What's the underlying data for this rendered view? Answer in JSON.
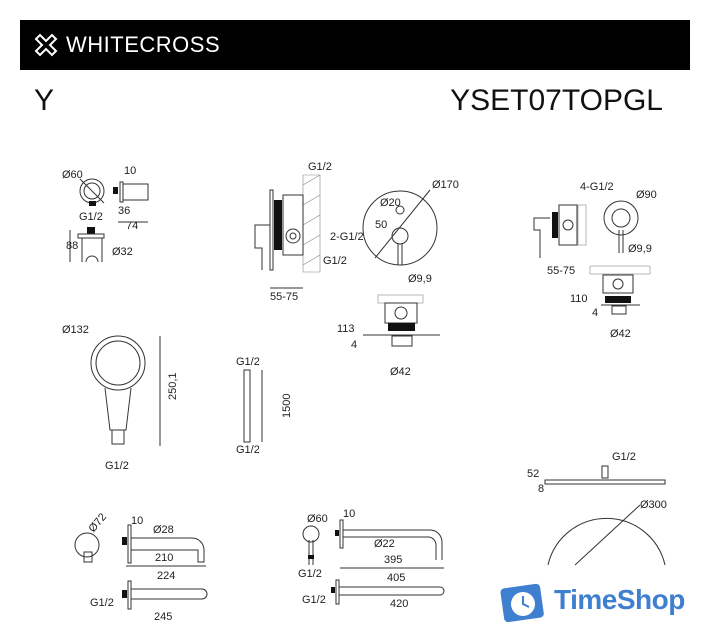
{
  "header": {
    "brand": "WHITECROSS",
    "brand_icon": "x-cross-logo-icon",
    "background": "#000000"
  },
  "series": "Y",
  "model": "YSET07TOPGL",
  "labels": {
    "holder_d60": "Ø60",
    "holder_10": "10",
    "holder_36": "36",
    "holder_74": "74",
    "holder_g12": "G1/2",
    "holder_88": "88",
    "holder_d32": "Ø32",
    "mixer_g12_top": "G1/2",
    "mixer_2g12": "2-G1/2",
    "mixer_g12_bot": "G1/2",
    "mixer_5575": "55-75",
    "plate_d170": "Ø170",
    "plate_d20": "Ø20",
    "plate_50": "50",
    "plate_d99": "Ø9,9",
    "plate_113": "113",
    "plate_4": "4",
    "plate_d42": "Ø42",
    "div_4g12": "4-G1/2",
    "div_d90": "Ø90",
    "div_d99": "Ø9,9",
    "div_5575": "55-75",
    "div_110": "110",
    "div_4": "4",
    "div_d42": "Ø42",
    "hs_d132": "Ø132",
    "hs_2501": "250,1",
    "hs_g12": "G1/2",
    "hose_g12_top": "G1/2",
    "hose_1500": "1500",
    "hose_g12_bot": "G1/2",
    "head_52": "52",
    "head_8": "8",
    "head_g12": "G1/2",
    "head_d300": "Ø300",
    "spout_d72": "Ø72",
    "spout_10": "10",
    "spout_d28": "Ø28",
    "spout_210": "210",
    "spout_224": "224",
    "spout_g12": "G1/2",
    "spout_245": "245",
    "arm_d60": "Ø60",
    "arm_10": "10",
    "arm_d22": "Ø22",
    "arm_395": "395",
    "arm_405": "405",
    "arm_g12": "G1/2",
    "arm_g12_b": "G1/2",
    "arm_420": "420"
  },
  "watermark": {
    "text": "TimeShop",
    "color": "#3f7fd0"
  }
}
